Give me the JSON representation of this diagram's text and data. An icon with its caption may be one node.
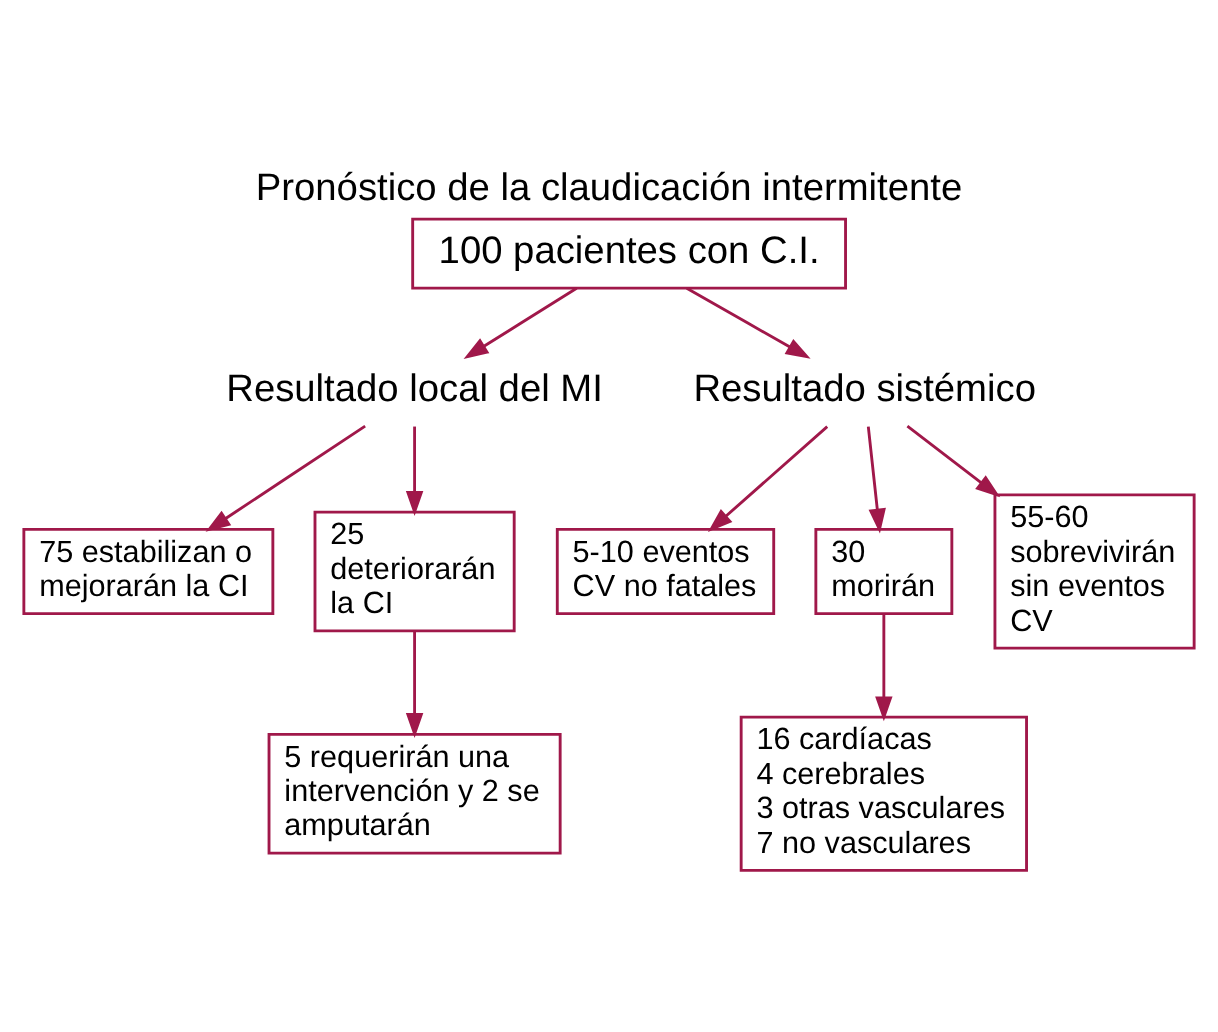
{
  "diagram": {
    "title": "Pronóstico de la claudicación intermitente",
    "nodes": [
      {
        "text": [
          "100 pacientes con C.I."
        ]
      },
      {
        "text": [
          "Resultado local del MI"
        ]
      },
      {
        "text": [
          "Resultado sistémico"
        ]
      },
      {
        "text": [
          "75 estabilizan o mejorarán la CI"
        ]
      },
      {
        "text": [
          "25 deteriorarán la CI"
        ]
      },
      {
        "text": [
          "5-10 eventos CV no fatales"
        ]
      },
      {
        "text": [
          "30 morirán"
        ]
      },
      {
        "text": [
          "55-60 sobrevivirán sin eventos CV"
        ]
      },
      {
        "text": [
          "5 requerirán una intervención y 2 se amputarán"
        ]
      },
      {
        "text": [
          "16 cardíacas",
          "4 cerebrales",
          "3 otras vasculares",
          "7 no vasculares"
        ]
      }
    ],
    "edges": [
      {
        "from": 0,
        "to": 1,
        "arrow": "to"
      },
      {
        "from": 0,
        "to": 2,
        "arrow": "to"
      },
      {
        "from": 1,
        "to": 3,
        "arrow": "to"
      },
      {
        "from": 1,
        "to": 4,
        "arrow": "to"
      },
      {
        "from": 2,
        "to": 5,
        "arrow": "to"
      },
      {
        "from": 2,
        "to": 6,
        "arrow": "to"
      },
      {
        "from": 2,
        "to": 7,
        "arrow": "to"
      },
      {
        "from": 4,
        "to": 8,
        "arrow": "to"
      },
      {
        "from": 6,
        "to": 9,
        "arrow": "to"
      }
    ]
  }
}
